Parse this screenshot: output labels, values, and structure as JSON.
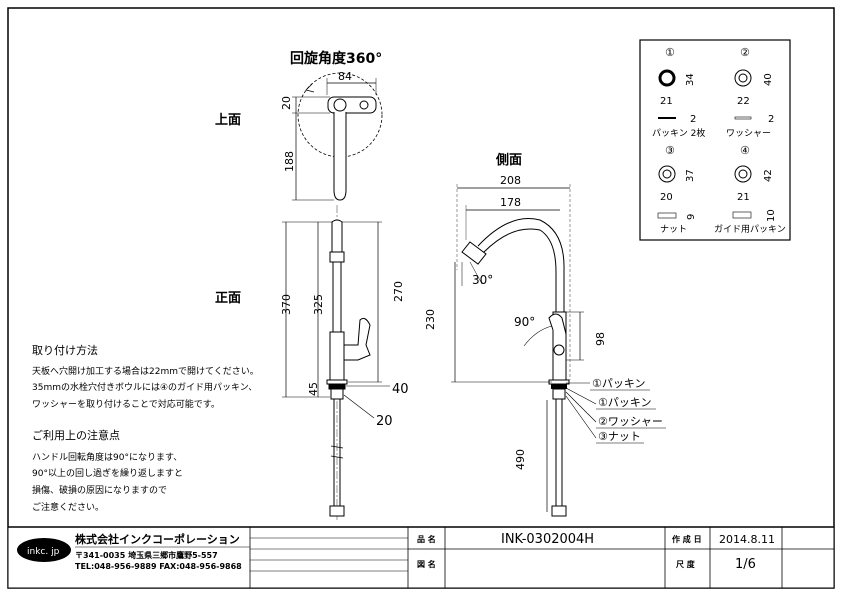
{
  "views": {
    "top": "上面",
    "front": "正面",
    "side": "側面",
    "rotation": "回旋角度360°"
  },
  "dims": {
    "top_84": "84",
    "top_20": "20",
    "top_188": "188",
    "front_370": "370",
    "front_325": "325",
    "front_270": "270",
    "front_45": "45",
    "front_40": "40",
    "front_20b": "20",
    "side_208": "208",
    "side_178": "178",
    "side_30": "30°",
    "side_230": "230",
    "side_90": "90°",
    "side_98": "98",
    "side_490": "490"
  },
  "callouts": {
    "c1": "①パッキン",
    "c2": "①パッキン",
    "c3": "②ワッシャー",
    "c4": "③ナット"
  },
  "parts": {
    "p1": {
      "num": "①",
      "d1": "34",
      "d2": "21",
      "thick": "2",
      "name": "パッキン 2枚"
    },
    "p2": {
      "num": "②",
      "d1": "40",
      "d2": "22",
      "thick": "2",
      "name": "ワッシャー"
    },
    "p3": {
      "num": "③",
      "d1": "37",
      "d2": "20",
      "thick": "9",
      "name": "ナット"
    },
    "p4": {
      "num": "④",
      "d1": "42",
      "d2": "21",
      "thick": "10",
      "name": "ガイド用パッキン"
    }
  },
  "notes": {
    "install_title": "取り付け方法",
    "install_lines": [
      "天板へ穴開け加工する場合は22mmで開けてください。",
      "35mmの水栓穴付きボウルには④のガイド用パッキン、",
      "ワッシャーを取り付けることで対応可能です。"
    ],
    "caution_title": "ご利用上の注意点",
    "caution_lines": [
      "ハンドル回転角度は90°になります、",
      "90°以上の回し過ぎを繰り返しますと",
      "損傷、破損の原因になりますので",
      "ご注意ください。"
    ]
  },
  "titleblock": {
    "logo": "inkc. jp",
    "company": "株式会社インクコーポレーション",
    "address": "〒341-0035 埼玉県三郷市鷹野5-557",
    "tel": "TEL:048-956-9889 FAX:048-956-9868",
    "label_item": "品 名",
    "label_drawing": "図 名",
    "item_value": "INK-0302004H",
    "drawing_value": "",
    "label_date": "作 成 日",
    "date_value": "2014.8.11",
    "label_scale": "尺 度",
    "scale_value": "1/6"
  }
}
